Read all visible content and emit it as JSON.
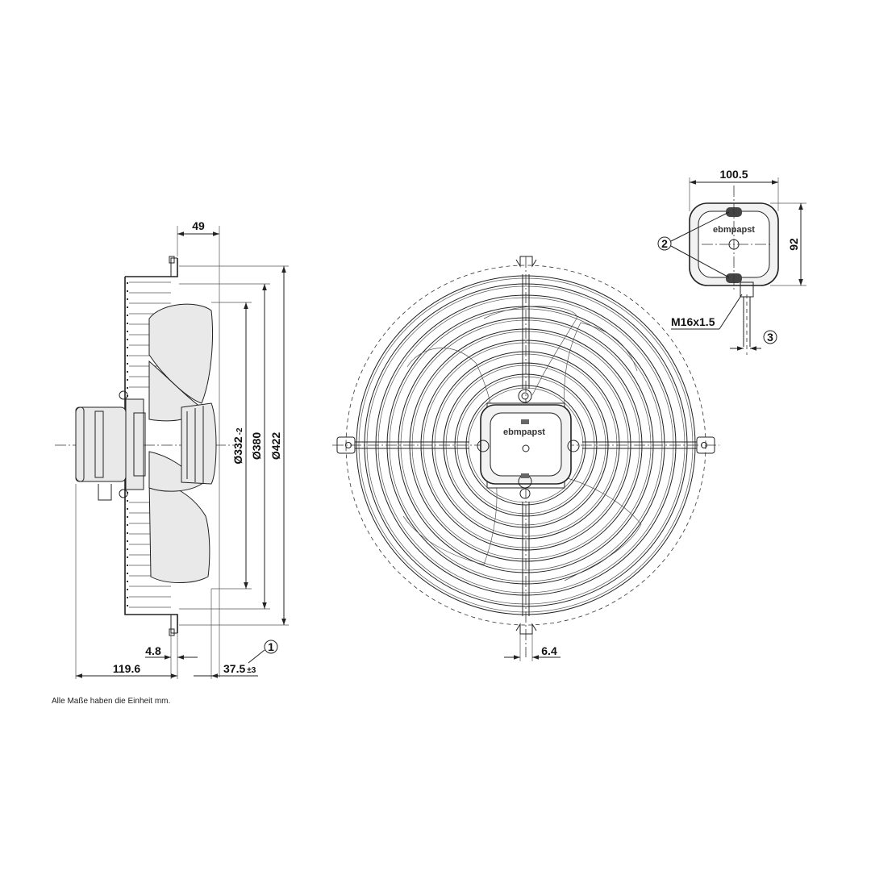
{
  "dimensions": {
    "side_depth_49": "49",
    "dia_332": "Ø332",
    "dia_332_tol": "-2",
    "dia_380": "Ø380",
    "dia_422": "Ø422",
    "side_4_8": "4.8",
    "side_119_6": "119.6",
    "side_37_5": "37.5",
    "side_37_5_tol": "±3",
    "front_6_4": "6.4",
    "box_width": "100.5",
    "box_height": "92",
    "cable_gland": "M16x1.5"
  },
  "callouts": {
    "c1": "1",
    "c2": "2",
    "c3": "3"
  },
  "logo_text": "ebmpapst",
  "footnote": "Alle Maße haben die Einheit mm."
}
